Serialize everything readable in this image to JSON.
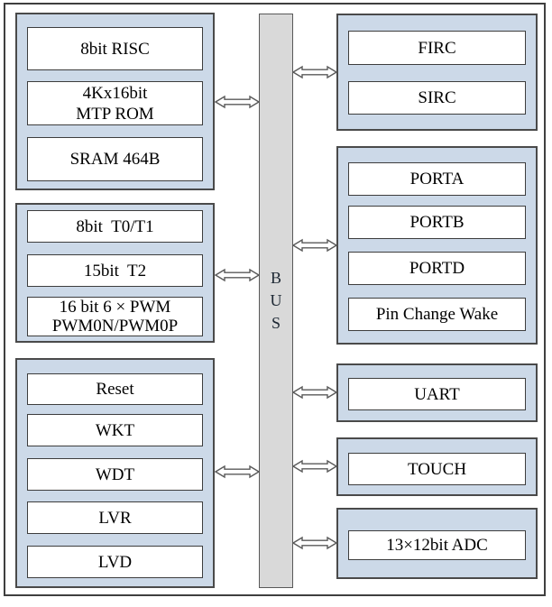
{
  "bus": {
    "label": "BUS",
    "letters": [
      "B",
      "U",
      "S"
    ]
  },
  "left_groups": [
    {
      "name": "core-memory",
      "items": [
        {
          "lines": [
            "8bit RISC"
          ]
        },
        {
          "lines": [
            "4Kx16bit",
            "MTP ROM"
          ]
        },
        {
          "lines": [
            "SRAM 464B"
          ]
        }
      ]
    },
    {
      "name": "timers",
      "items": [
        {
          "lines": [
            "8bit  T0/T1"
          ]
        },
        {
          "lines": [
            "15bit  T2"
          ]
        },
        {
          "lines": [
            "16 bit 6 × PWM",
            "PWM0N/PWM0P"
          ]
        }
      ]
    },
    {
      "name": "system",
      "items": [
        {
          "lines": [
            "Reset"
          ]
        },
        {
          "lines": [
            "WKT"
          ]
        },
        {
          "lines": [
            "WDT"
          ]
        },
        {
          "lines": [
            "LVR"
          ]
        },
        {
          "lines": [
            "LVD"
          ]
        }
      ]
    }
  ],
  "right_groups": [
    {
      "name": "clock",
      "items": [
        {
          "lines": [
            "FIRC"
          ]
        },
        {
          "lines": [
            "SIRC"
          ]
        }
      ]
    },
    {
      "name": "ports",
      "items": [
        {
          "lines": [
            "PORTA"
          ]
        },
        {
          "lines": [
            "PORTB"
          ]
        },
        {
          "lines": [
            "PORTD"
          ]
        },
        {
          "lines": [
            "Pin Change Wake"
          ]
        }
      ]
    },
    {
      "name": "uart",
      "items": [
        {
          "lines": [
            "UART"
          ]
        }
      ]
    },
    {
      "name": "touch",
      "items": [
        {
          "lines": [
            "TOUCH"
          ]
        }
      ]
    },
    {
      "name": "adc",
      "items": [
        {
          "lines": [
            "13×12bit ADC"
          ]
        }
      ]
    }
  ],
  "colors": {
    "group_fill": "#ccd9e8",
    "box_fill": "#ffffff",
    "bus_fill": "#d9d9d9",
    "border": "#4a4a4a",
    "frame_border": "#3f3f3f",
    "arrow_fill": "#ffffff",
    "arrow_stroke": "#595959"
  }
}
